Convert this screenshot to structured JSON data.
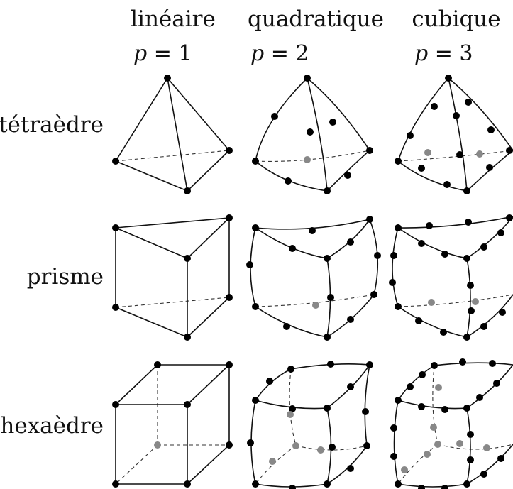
{
  "columns": [
    {
      "title": "linéaire",
      "order_symbol": "p",
      "order_rest": " = 1"
    },
    {
      "title": "quadratique",
      "order_symbol": "p",
      "order_rest": " = 2"
    },
    {
      "title": "cubique",
      "order_symbol": "p",
      "order_rest": " = 3"
    }
  ],
  "rows": [
    {
      "label": "tétraèdre"
    },
    {
      "label": "prisme"
    },
    {
      "label": "hexaèdre"
    }
  ],
  "colors": {
    "visible_node": "#000000",
    "hidden_node": "#888888",
    "edge": "#111111"
  }
}
